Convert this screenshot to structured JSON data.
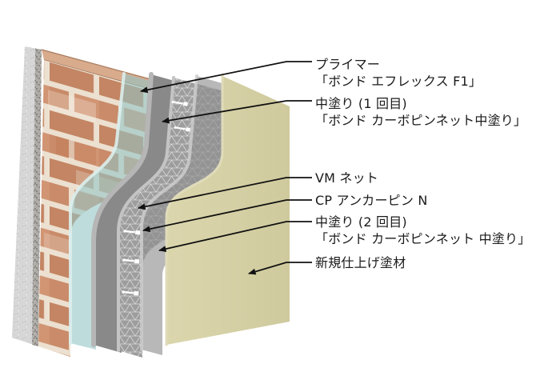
{
  "diagram": {
    "description_labels": {
      "primer": {
        "name": "プライマー",
        "product": "「ボンド エフレックス F1」"
      },
      "coat1": {
        "name": "中塗り (1 回目)",
        "product": "「ボンド カーボピンネット中塗り」"
      },
      "net": {
        "name": "VM ネット"
      },
      "pin": {
        "name": "CP アンカーピン N"
      },
      "coat2": {
        "name": "中塗り (2 回目)",
        "product": "「ボンド カーボピンネット 中塗り」"
      },
      "finish": {
        "name": "新規仕上げ塗材"
      }
    },
    "colors": {
      "text": "#1a1a1a",
      "arrow": "#111111",
      "concrete": "#d7d7d7",
      "mortar_bed": "#b0ada8",
      "brick": "#c98b69",
      "brick_joint": "#ece0d0",
      "brick_top": "#d8ab8d",
      "primer_sheet": "rgba(148,197,196,0.60)",
      "coat_gray": "#898989",
      "net_gray": "#9d9d9d",
      "coat2_gray": "rgba(140,140,140,0.62)",
      "finish_beige_1": "#dbd6ad",
      "finish_beige_2": "#cfca9d"
    }
  }
}
